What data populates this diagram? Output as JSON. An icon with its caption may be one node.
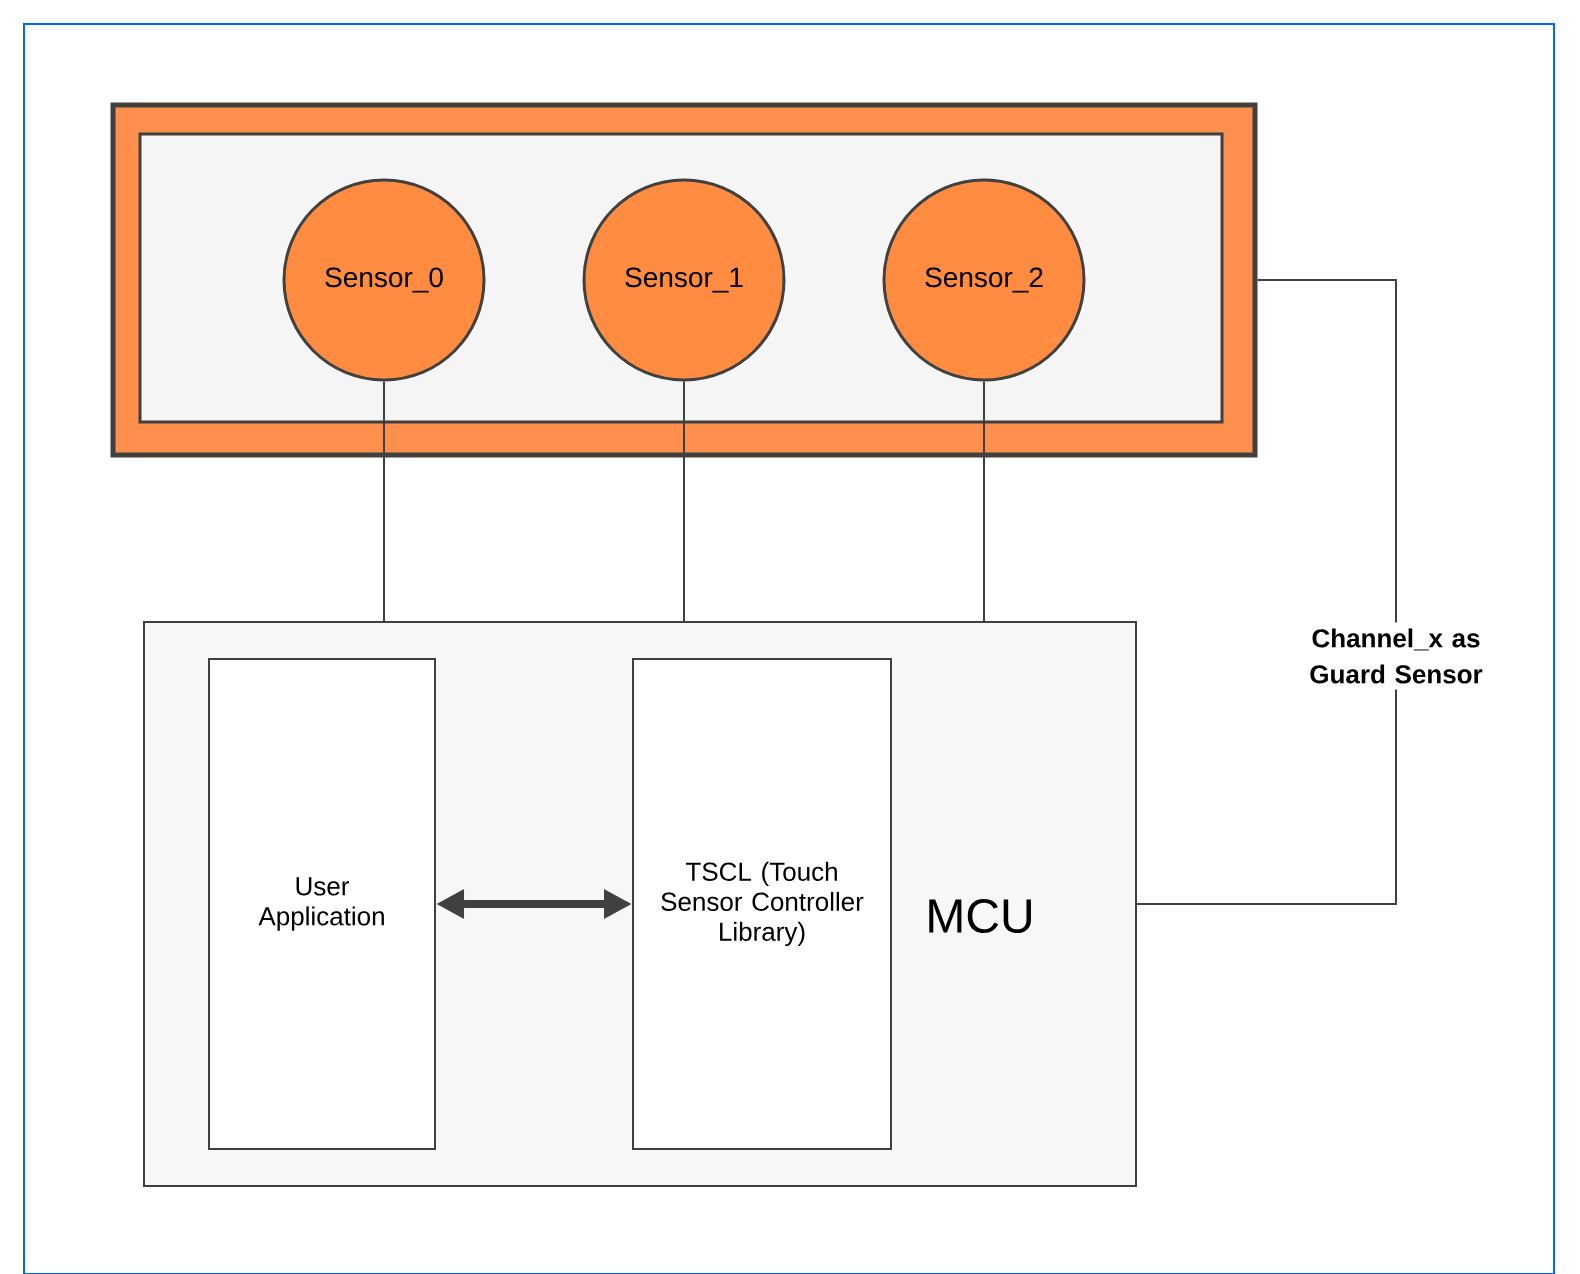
{
  "diagram": {
    "nodes": [
      {
        "text": [],
        "shape": "box"
      },
      {
        "text": [
          "Sensor_0"
        ],
        "in": 0
      },
      {
        "text": [
          "Sensor_1"
        ],
        "in": 0
      },
      {
        "text": [
          "Sensor_2"
        ],
        "in": 0
      },
      {
        "text": [
          "MCU"
        ]
      },
      {
        "text": [
          "User Application"
        ],
        "in": 4
      },
      {
        "text": [
          "TSCL (Touch Sensor Controller Library)"
        ],
        "in": 4
      }
    ],
    "edges": [
      {
        "from": 1,
        "to": 4,
        "arrow": "none"
      },
      {
        "from": 2,
        "to": 4,
        "arrow": "none"
      },
      {
        "from": 3,
        "to": 4,
        "arrow": "none"
      },
      {
        "from": 0,
        "to": 4,
        "arrow": "none",
        "label": "Channel_x as Guard Sensor"
      },
      {
        "from": 5,
        "to": 6,
        "arrow": "both",
        "style": "thick"
      }
    ]
  }
}
